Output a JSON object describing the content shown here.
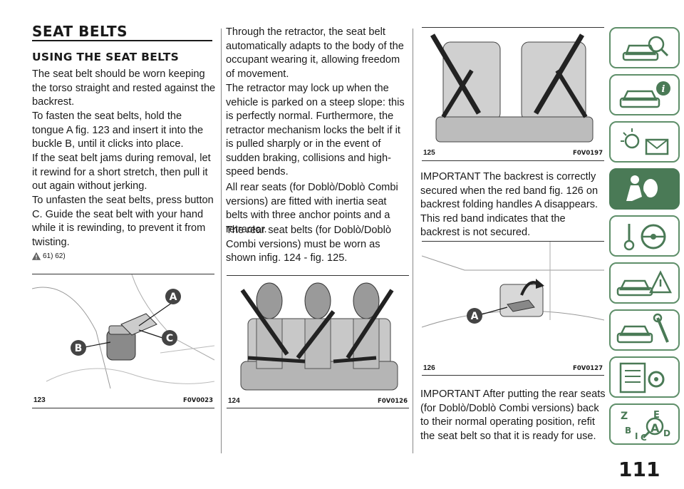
{
  "page_number": "111",
  "heading_main": "SEAT BELTS",
  "heading_sub": "USING THE SEAT BELTS",
  "col1_paras": [
    "The seat belt should be worn keeping the torso straight and rested against the backrest.",
    "To fasten the seat belts, hold the tongue A fig. 123 and insert it into the buckle B, until it clicks into place.",
    "If the seat belt jams during removal, let it rewind for a short stretch, then pull it out again without jerking.",
    "To unfasten the seat belts, press button C. Guide the seat belt with your hand while it is rewinding, to prevent it from twisting."
  ],
  "warning_refs": "61) 62)",
  "col2_paras": [
    "Through the retractor, the seat belt automatically adapts to the body of the occupant wearing it, allowing freedom of movement.",
    "The retractor may lock up when the vehicle is parked on a steep slope: this is perfectly normal. Furthermore, the retractor mechanism locks the belt if it is pulled sharply or in the event of sudden braking, collisions and high-speed bends.",
    "All rear seats (for Doblò/Doblò Combi versions) are fitted with inertia seat belts with three anchor points and a retractor.",
    "The rear seat belts (for Doblò/Doblò Combi versions) must be worn as shown infig. 124 - fig. 125."
  ],
  "col3_para1": "IMPORTANT The backrest is correctly secured when the red band fig. 126 on backrest folding handles A disappears. This red band indicates that the backrest is not secured.",
  "col3_para2": "IMPORTANT After putting the rear seats (for Doblò/Doblò Combi versions) back to their normal operating position, refit the seat belt so that it is ready for use.",
  "figures": {
    "fig123": {
      "num": "123",
      "code": "F0V0023",
      "labels": [
        "A",
        "B",
        "C"
      ]
    },
    "fig124": {
      "num": "124",
      "code": "F0V0126"
    },
    "fig125": {
      "num": "125",
      "code": "F0V0197"
    },
    "fig126": {
      "num": "126",
      "code": "F0V0127",
      "labels": [
        "A"
      ]
    }
  },
  "sidebar_tabs": [
    {
      "icon": "car-search-icon"
    },
    {
      "icon": "car-info-icon"
    },
    {
      "icon": "warning-lights-icon"
    },
    {
      "icon": "seat-airbag-icon",
      "active": true
    },
    {
      "icon": "key-steering-icon"
    },
    {
      "icon": "car-emergency-icon"
    },
    {
      "icon": "car-maintenance-icon"
    },
    {
      "icon": "technical-data-icon"
    },
    {
      "icon": "alphabetical-index-icon"
    }
  ],
  "colors": {
    "tab_border": "#5f8f6a",
    "tab_active": "#4a7a56",
    "text": "#1a1a1a"
  }
}
